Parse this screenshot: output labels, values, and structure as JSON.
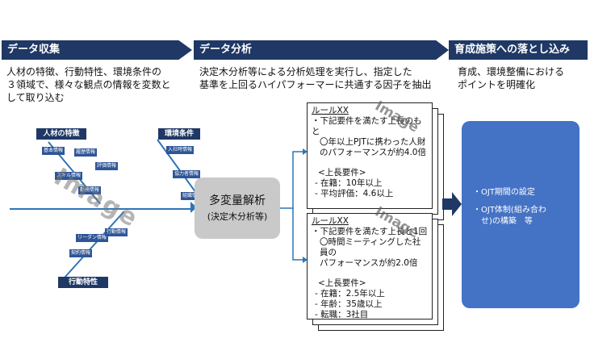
{
  "headers": {
    "collect": "データ収集",
    "analyze": "データ分析",
    "apply": "育成施策への落とし込み"
  },
  "descriptions": {
    "collect_lines": [
      "人材の特徴、行動特性、環境条件の",
      "３領域で、様々な観点の情報を変数と",
      "して取り込む"
    ],
    "analyze_lines": [
      "決定木分析等による分析処理を実行し、指定した",
      "基準を上回るハイパフォーマーに共通する因子を抽出"
    ],
    "apply_lines": [
      "育成、環境整備における",
      "ポイントを明確化"
    ]
  },
  "fishbone": {
    "personal": "人材の特徴",
    "environment": "環境条件",
    "behavior": "行動特性",
    "watermark": "Image",
    "sub_boxes": [
      "基本情報",
      "履歴情報",
      "評価情報",
      "スキル情報",
      "入社時情報",
      "協力者情報",
      "組織情報",
      "勤務情報",
      "リーダン情報",
      "行動情報",
      "契約情報"
    ]
  },
  "center": {
    "line1": "多変量解析",
    "line2": "(決定木分析等)"
  },
  "rules": [
    {
      "title": "ルールXX",
      "lines": [
        "・下記要件を満たす上長のもと",
        "〇年以上PJTに携わった人財",
        "のパフォーマンスが約4.0倍"
      ],
      "req_title": "<上長要件>",
      "reqs": [
        "- 在籍：10年以上",
        "- 平均評価：4.6以上"
      ],
      "watermark": "Image"
    },
    {
      "title": "ルールXX",
      "lines": [
        "・下記要件を満たす上長と1回",
        "〇時間ミーティングした社員の",
        "パフォーマンスが約2.0倍"
      ],
      "req_title": "<上長要件>",
      "reqs": [
        "- 在籍：2.5年以上",
        "- 年齢：35歳以上",
        "- 転職：3社目"
      ],
      "watermark": "Image"
    }
  ],
  "ojt": {
    "item1": "・OJT期間の設定",
    "item2_line1": "・OJT体制(組み合わ",
    "item2_line2": "せ)の構築　等"
  },
  "colors": {
    "header": "#1f3865",
    "ojt": "#4472c4",
    "arrow": "#2e75b6",
    "mva": "#c9c9c9"
  }
}
